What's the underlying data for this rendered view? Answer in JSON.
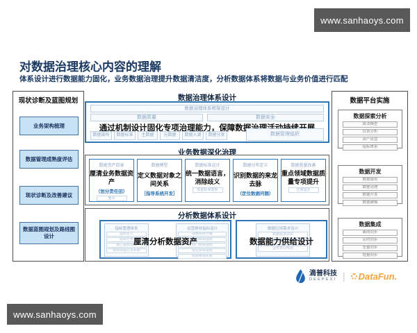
{
  "watermark": {
    "url_text": "www.sanhaoys.com"
  },
  "slide": {
    "title": "对数据治理核心内容的理解",
    "subtitle": "体系设计进行数据能力固化，业务数据治理提升数据清洁度，分析数据体系将数据与业务价值进行匹配"
  },
  "left_panel": {
    "title": "现状诊断及蓝图规划",
    "items": [
      "业务架构梳理",
      "数据管理成熟度评估",
      "现状诊断及改善建议",
      "数据蓝图规划及路线图设计"
    ]
  },
  "right_panel": {
    "title": "数据平台实施",
    "groups": [
      {
        "title": "数据探索分析",
        "items": [
          "算法模型",
          "仪表分析",
          "资产运营",
          "指标体系"
        ]
      },
      {
        "title": "数据开发",
        "items": [
          "数据服务",
          "数据治理",
          "数据开发",
          "数据建模"
        ]
      },
      {
        "title": "数据集成",
        "items": [
          "离线同步",
          "实时同步",
          "全量同步",
          "增量同步"
        ]
      }
    ]
  },
  "governance_section": {
    "title": "数据治理体系设计",
    "framework_label": "数据治理体系框架设计",
    "quality_label": "数据质量",
    "security_label": "数据安全",
    "main_statement": "通过机制设计固化专项治理能力，保障数据治理活动持续开展",
    "chips": [
      "数据架构",
      "数据标准",
      "主数据",
      "元数据",
      "数据入湖",
      "数据分发"
    ],
    "org_label": "数据管理组织"
  },
  "business_section": {
    "title": "业务数据深化治理",
    "cards": [
      {
        "header": "数据资产目录",
        "main": "厘清业务数据资产",
        "note": "（划分责任田）",
        "footer": "盘点"
      },
      {
        "header": "数据模型",
        "main": "定义数据对象之间关系",
        "note": "［指导系统开发］",
        "footer": ""
      },
      {
        "header": "数据标准设计",
        "main": "统一数据语言，消除歧义",
        "note": "",
        "footer": "数据标准落地"
      },
      {
        "header": "数据分布定义",
        "main": "识别数据的来龙去脉",
        "note": "（定位数据问题）",
        "footer": ""
      },
      {
        "header": "数据质量改善",
        "main": "重点领域数据质量专项提升",
        "note": "",
        "footer": "应用理念"
      }
    ]
  },
  "analysis_section": {
    "title": "分析数据体系设计",
    "left_overlay": "厘清分析数据资产",
    "right_overlay": "数据能力供给设计",
    "indicator_panel": {
      "title": "指标管理体系",
      "items": [
        "指标定义",
        "指标分类",
        "核心指标清单",
        "指标梳理认定机制"
      ]
    },
    "performance_panel": {
      "title": "运营绩效指标设计",
      "items": [
        "战略目标分解",
        "组织绩效指标",
        "部门绩效指标",
        "岗位绩效指标",
        "绩效考核机制"
      ]
    },
    "demand_panel": {
      "title": "数据应用需求设计",
      "items": [
        "数据需求识别",
        "供需清单设计",
        "业务协同规划"
      ]
    }
  },
  "footer": {
    "deepexi_cn": "滴普科技",
    "deepexi_en": "DEEPEXI",
    "divider": "|",
    "datafun": "DataFun."
  },
  "colors": {
    "accent_blue": "#2E75B6",
    "light_blue_fill": "#C7E1F5",
    "navy_text": "#1F3864",
    "datafun_orange": "#F2A33A",
    "watermark_bg": "#595959"
  }
}
